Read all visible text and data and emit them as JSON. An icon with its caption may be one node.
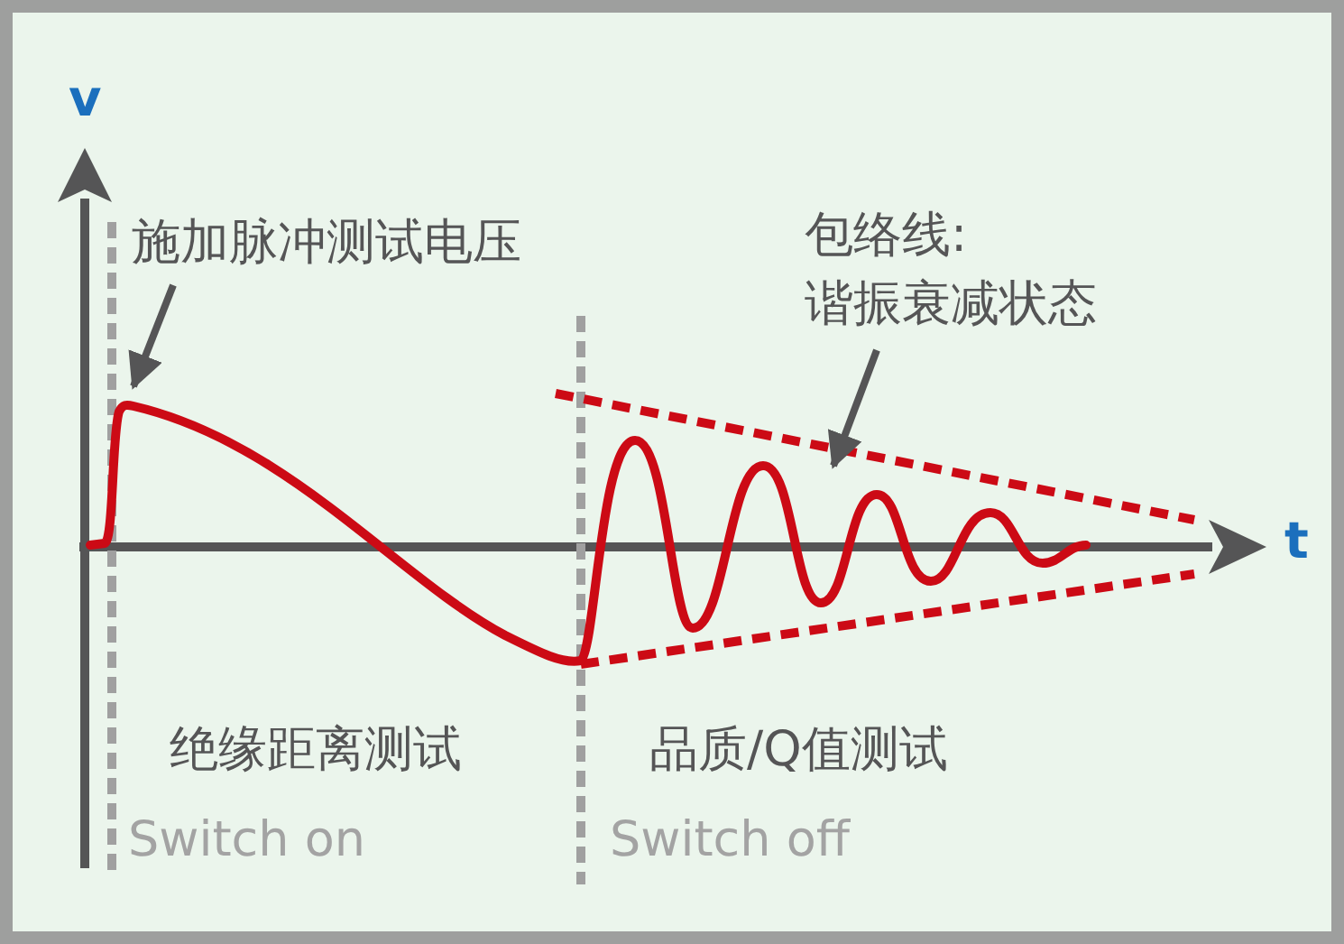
{
  "diagram": {
    "nodes": [
      {
        "text": [
          "施加脉冲测试电压"
        ]
      },
      {
        "text": [
          "包络线:",
          "谐振衰减状态"
        ]
      }
    ],
    "edges": [
      {
        "from": 0,
        "to": null,
        "arrow": "to"
      },
      {
        "from": 1,
        "to": null,
        "arrow": "to"
      }
    ],
    "labels": [
      "v",
      "t",
      "绝缘距离测试",
      "Switch on",
      "品质/Q值测试",
      "Switch off"
    ]
  }
}
